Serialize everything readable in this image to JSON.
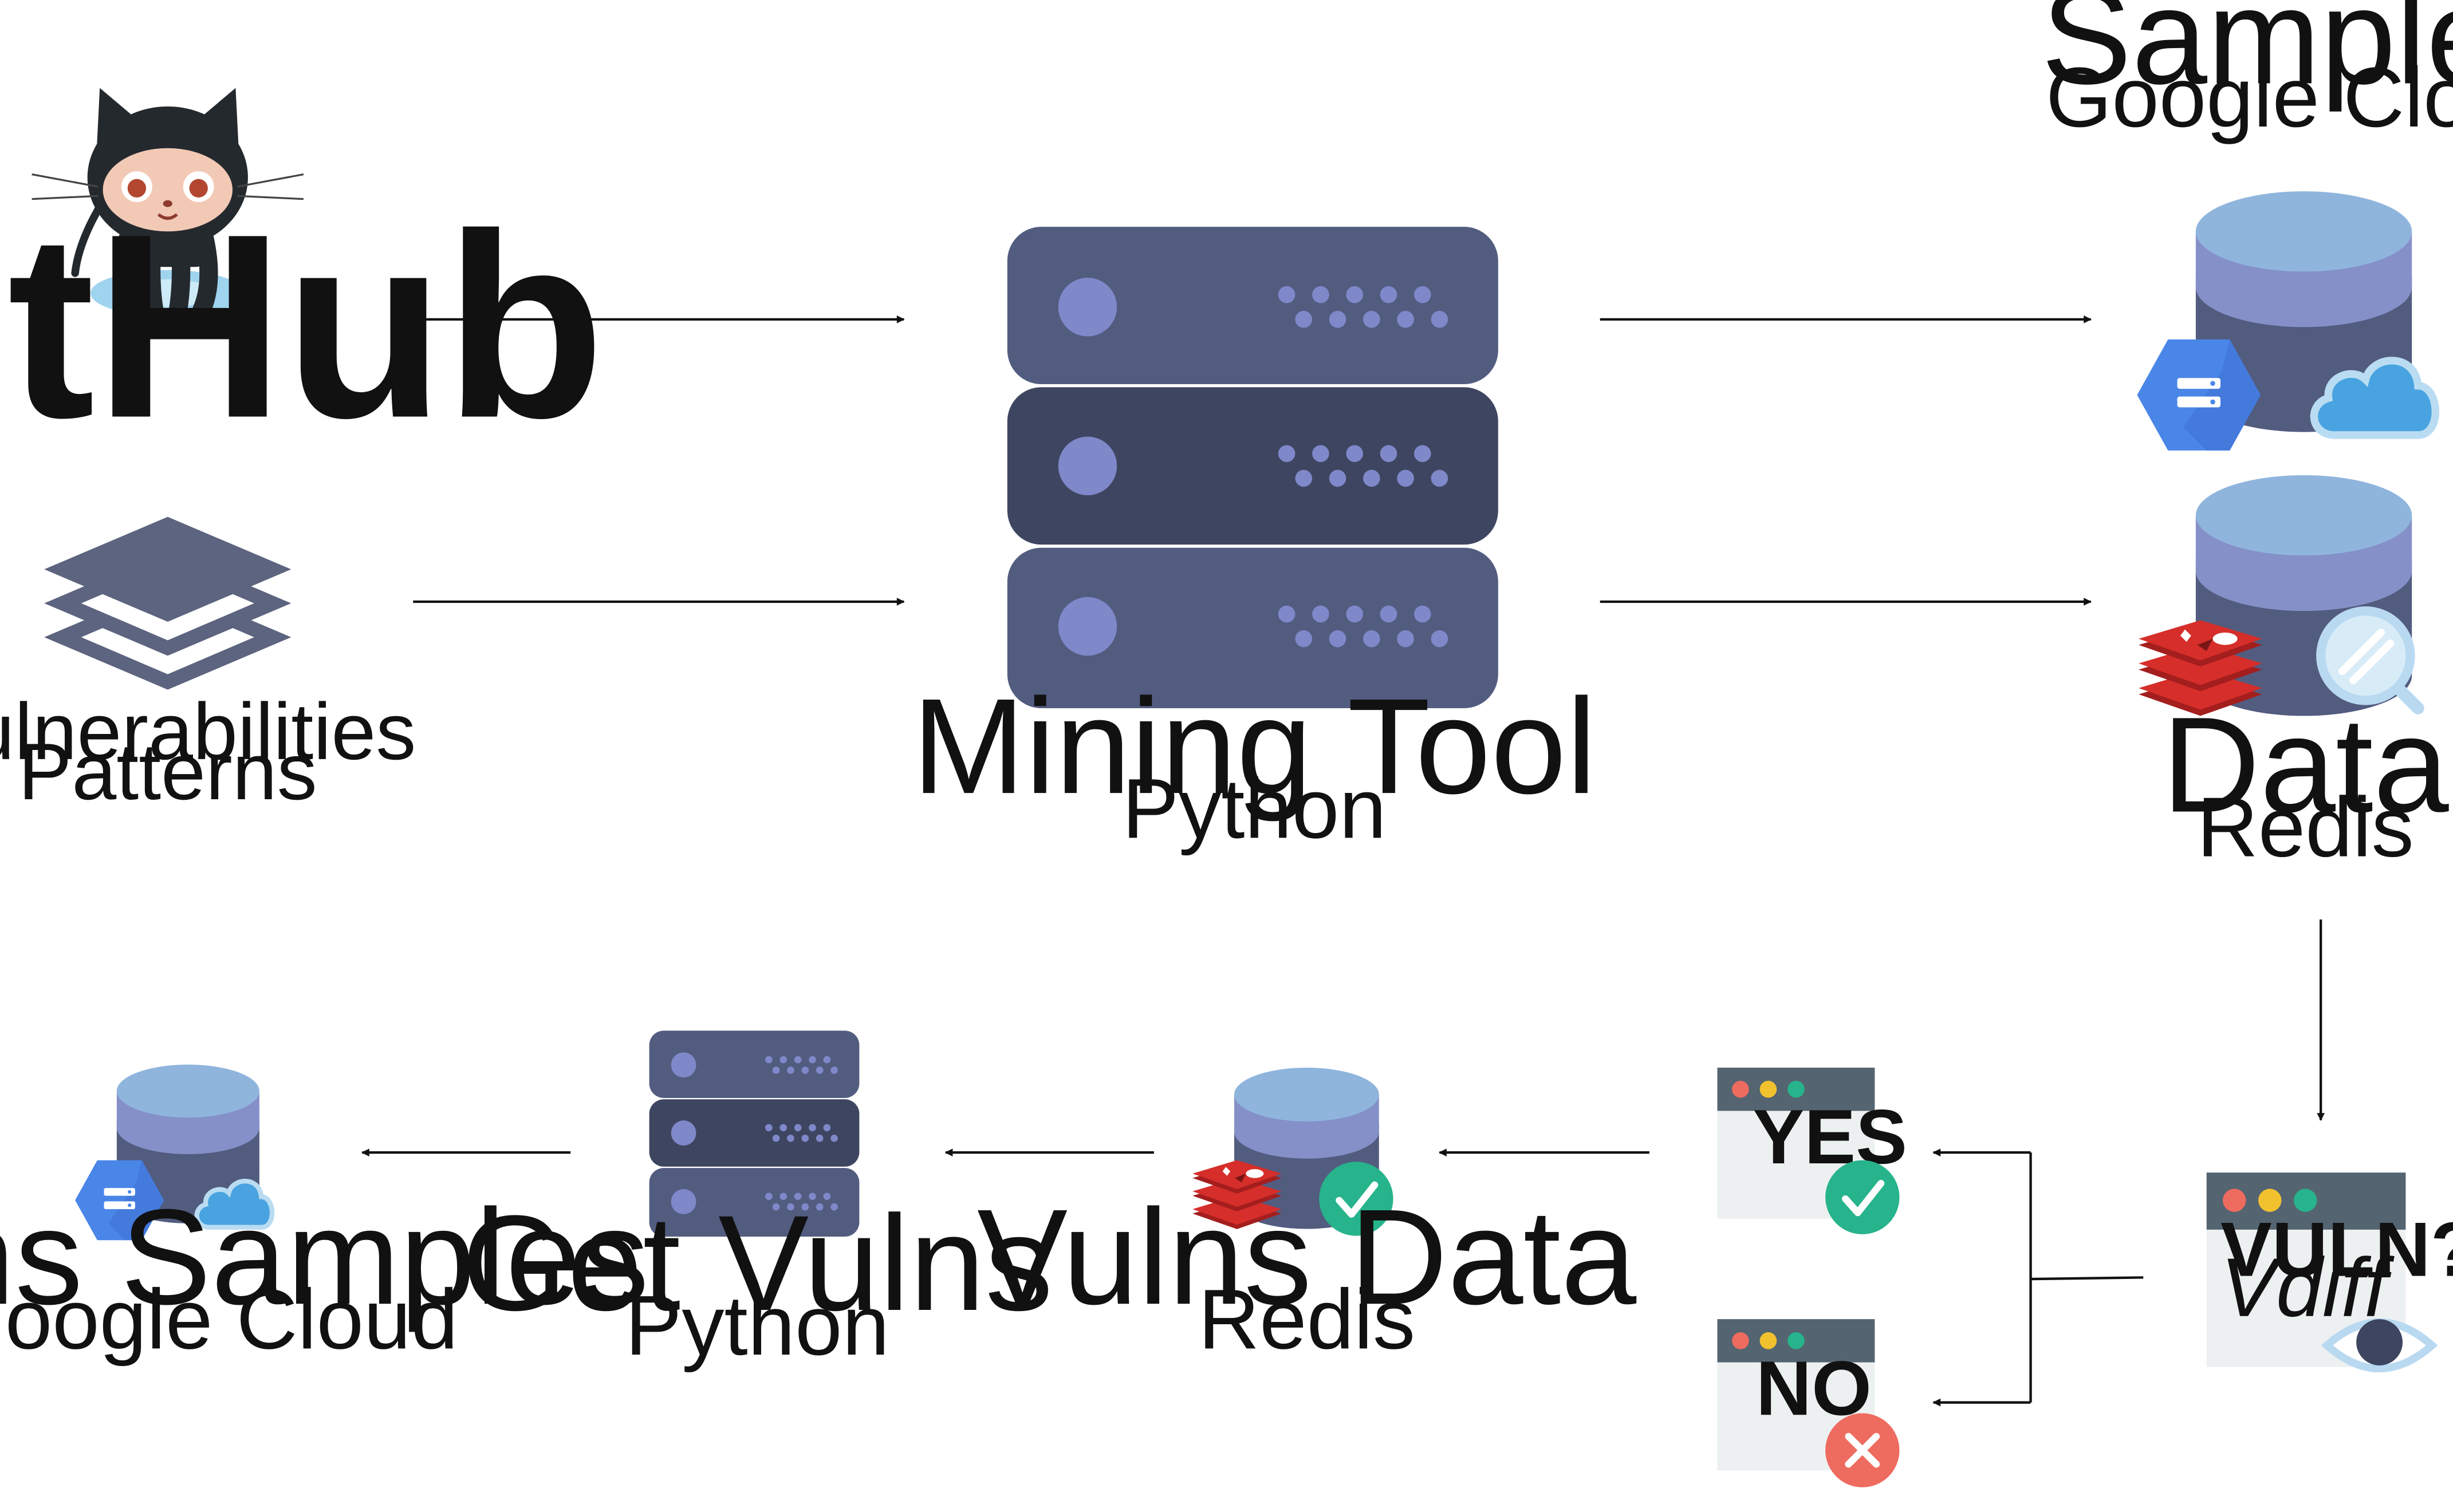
{
  "colors": {
    "server_light": "#525c7f",
    "server_dark": "#3e4560",
    "server_dot": "#7f88c9",
    "db_top": "#8fb5dd",
    "db_middle": "#8590c8",
    "db_bottom": "#525c7f",
    "gcloud_blue": "#4a86e8",
    "cloud_blue": "#48a3e0",
    "redis_red": "#d62e2a",
    "check_green": "#27b38b",
    "cross_red": "#ee6b5f",
    "window_bar": "#546470",
    "window_body": "#edf0f1",
    "arrow": "#111111"
  },
  "icons": {
    "github": "github-octocat-icon",
    "layers": "layers-icon",
    "server": "server-rack-icon",
    "database": "database-icon",
    "gcloud": "google-cloud-storage-icon",
    "cloud": "cloud-icon",
    "redis": "redis-icon",
    "magnifier": "magnifying-glass-icon",
    "check": "check-icon",
    "cross": "close-icon",
    "eye": "eye-icon"
  },
  "github": {
    "wordmark": "GitHub"
  },
  "patterns": {
    "line1": "Vulnerabilities",
    "line2": "Patterns"
  },
  "mining_tool": {
    "title": "Mining Tool",
    "subtitle": "Python"
  },
  "samples": {
    "title": "Samples",
    "subtitle": "Google Cloud"
  },
  "data_store": {
    "title": "Data",
    "subtitle": "Redis"
  },
  "vdiff_window": {
    "label": "VULN?",
    "tool": "Vdiff"
  },
  "yes_window": {
    "label": "YES"
  },
  "no_window": {
    "label": "NO"
  },
  "vulns_data": {
    "title": "Vulns Data",
    "subtitle": "Redis"
  },
  "get_vulns": {
    "title": "Get Vulns",
    "subtitle": "Python"
  },
  "vulns_samples": {
    "title": "Vulns Samples",
    "subtitle": "Google Cloud"
  }
}
